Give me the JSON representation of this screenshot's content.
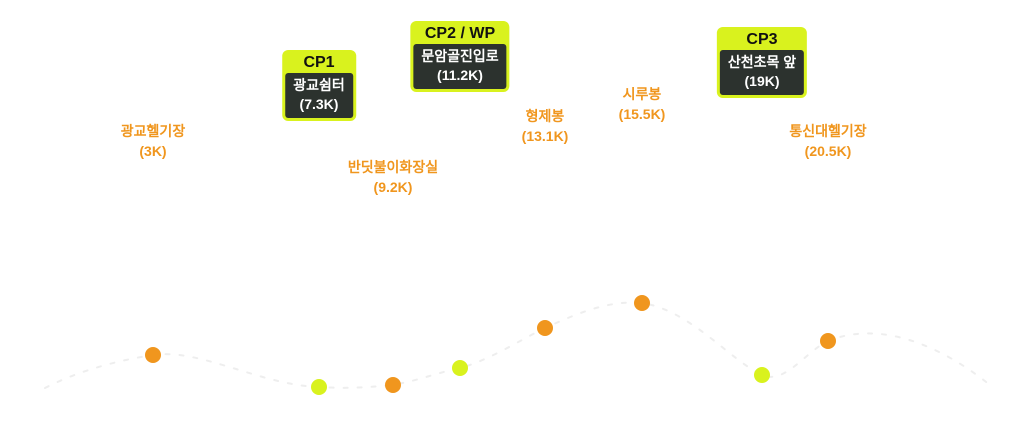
{
  "colors": {
    "poi": "#f0961e",
    "checkpoint": "#d9f21e",
    "card_body": "#2c322e",
    "route": "#eeeeee"
  },
  "points": [
    {
      "id": "p1",
      "type": "poi",
      "name": "광교헬기장",
      "distance": "(3K)",
      "km": 3
    },
    {
      "id": "p2",
      "type": "checkpoint",
      "cp": "CP1",
      "name": "광교쉼터",
      "distance": "(7.3K)",
      "km": 7.3
    },
    {
      "id": "p3",
      "type": "poi",
      "name": "반딧불이화장실",
      "distance": "(9.2K)",
      "km": 9.2
    },
    {
      "id": "p4",
      "type": "checkpoint",
      "cp": "CP2 / WP",
      "name": "문암골진입로",
      "distance": "(11.2K)",
      "km": 11.2
    },
    {
      "id": "p5",
      "type": "poi",
      "name": "형제봉",
      "distance": "(13.1K)",
      "km": 13.1
    },
    {
      "id": "p6",
      "type": "poi",
      "name": "시루봉",
      "distance": "(15.5K)",
      "km": 15.5
    },
    {
      "id": "p7",
      "type": "checkpoint",
      "cp": "CP3",
      "name": "산천초목 앞",
      "distance": "(19K)",
      "km": 19
    },
    {
      "id": "p8",
      "type": "poi",
      "name": "통신대헬기장",
      "distance": "(20.5K)",
      "km": 20.5
    }
  ]
}
